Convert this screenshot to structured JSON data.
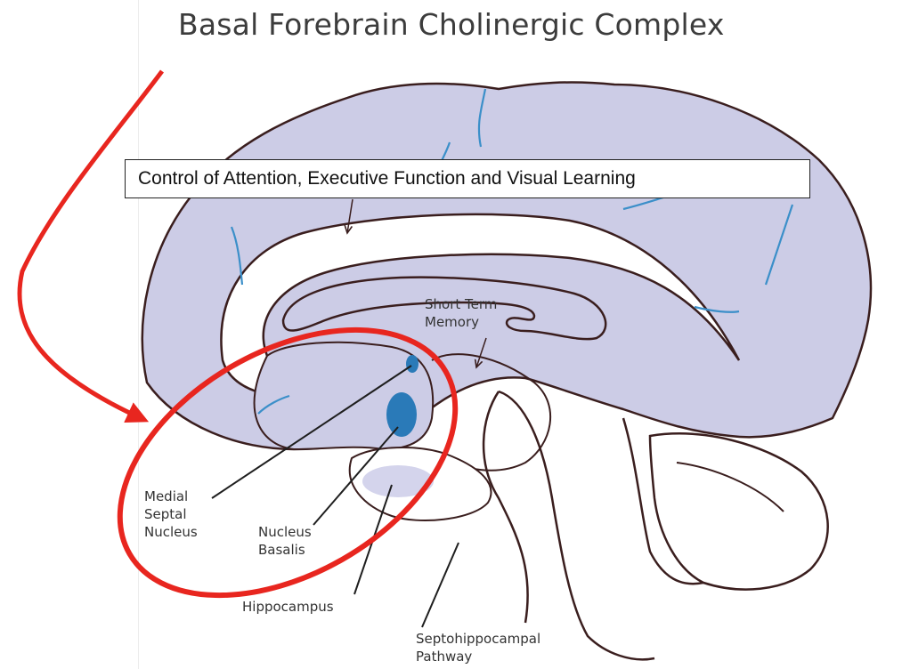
{
  "title": "Basal Forebrain Cholinergic Complex",
  "callout": "Control of Attention, Executive Function and Visual Learning",
  "labels": {
    "short_term_memory": [
      "Short Term",
      "Memory"
    ],
    "medial_septal_nucleus": [
      "Medial",
      "Septal",
      "Nucleus"
    ],
    "nucleus_basalis": [
      "Nucleus",
      "Basalis"
    ],
    "hippocampus": "Hippocampus",
    "septohippocampal_pathway": [
      "Septohippocampal",
      "Pathway"
    ]
  },
  "colors": {
    "brain_fill": "#cccce6",
    "outline": "#3a1e1e",
    "vessel": "#3b8fc9",
    "nucleus": "#2a7ab8",
    "hippocampus_fill": "#d4d4ec",
    "highlight": "#e8261f"
  }
}
